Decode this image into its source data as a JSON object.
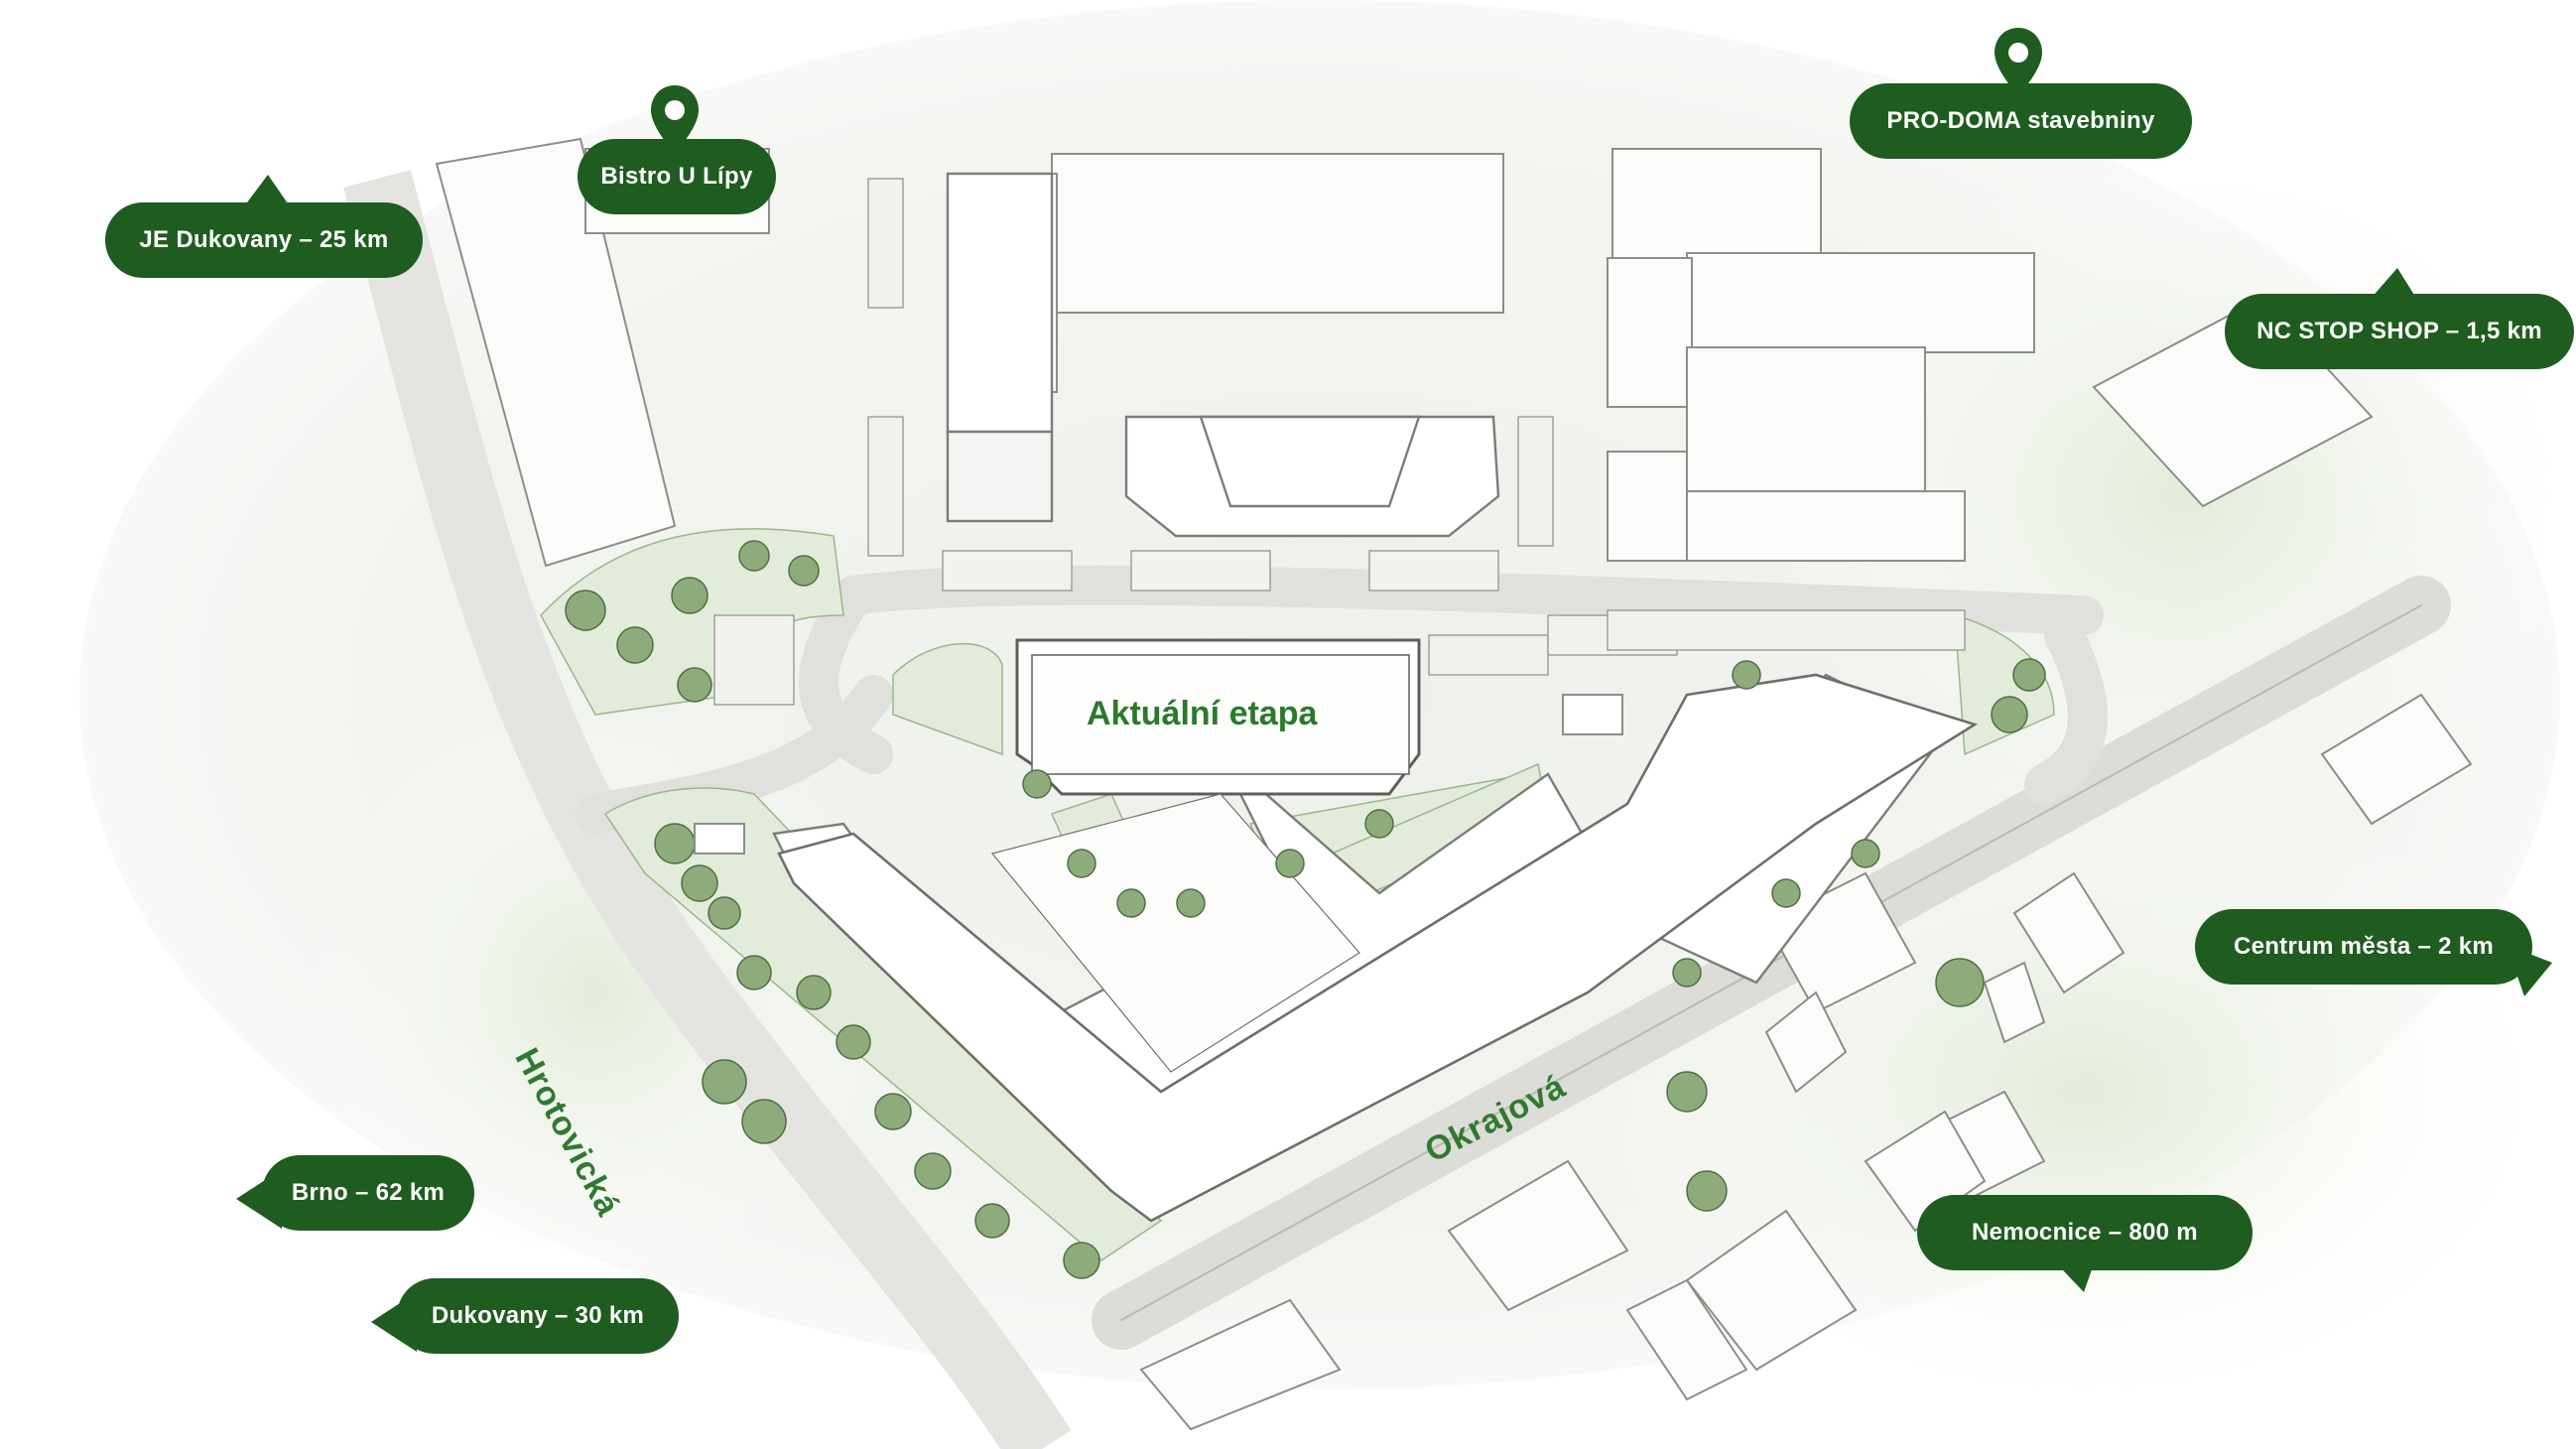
{
  "map": {
    "phase_label": "Aktuální etapa",
    "streets": {
      "hrotovicka": "Hrotovická",
      "okrajova": "Okrajová"
    },
    "pins": {
      "bistro": "Bistro U Lípy",
      "prodoma": "PRO-DOMA stavebniny"
    },
    "directions": {
      "je_dukovany": "JE Dukovany – 25 km",
      "nc_stop_shop": "NC STOP SHOP – 1,5 km",
      "centrum": "Centrum města – 2 km",
      "nemocnice": "Nemocnice – 800 m",
      "brno": "Brno  – 62 km",
      "dukovany": "Dukovany  – 30 km"
    },
    "colors": {
      "label_bg": "#1f5c1f",
      "label_text": "#ffffff",
      "street_text": "#2f7a2f",
      "tree": "#7fa36a",
      "greenery": "#dfead3"
    }
  }
}
